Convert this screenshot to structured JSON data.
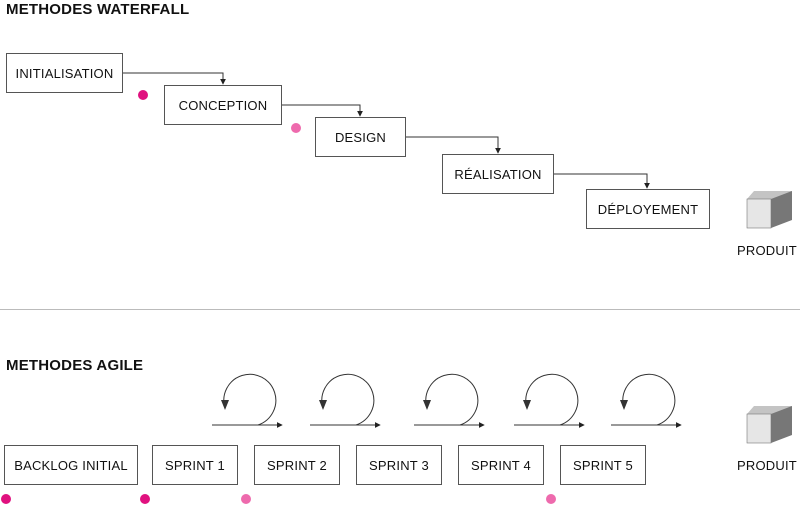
{
  "waterfall": {
    "title": "METHODES WATERFALL",
    "steps": [
      "INITIALISATION",
      "CONCEPTION",
      "DESIGN",
      "RÉALISATION",
      "DÉPLOYEMENT"
    ],
    "output_label": "PRODUIT"
  },
  "agile": {
    "title": "METHODES AGILE",
    "backlog": "BACKLOG INITIAL",
    "sprints": [
      "SPRINT 1",
      "SPRINT 2",
      "SPRINT 3",
      "SPRINT 4",
      "SPRINT 5"
    ],
    "output_label": "PRODUIT"
  },
  "colors": {
    "dot_dark": "#e0117f",
    "dot_light": "#ee6aad",
    "cube_front": "#e6e6e6",
    "cube_side": "#777777",
    "cube_top": "#c4c4c4"
  },
  "icons": [
    "cube-icon",
    "loop-arrow-icon"
  ]
}
